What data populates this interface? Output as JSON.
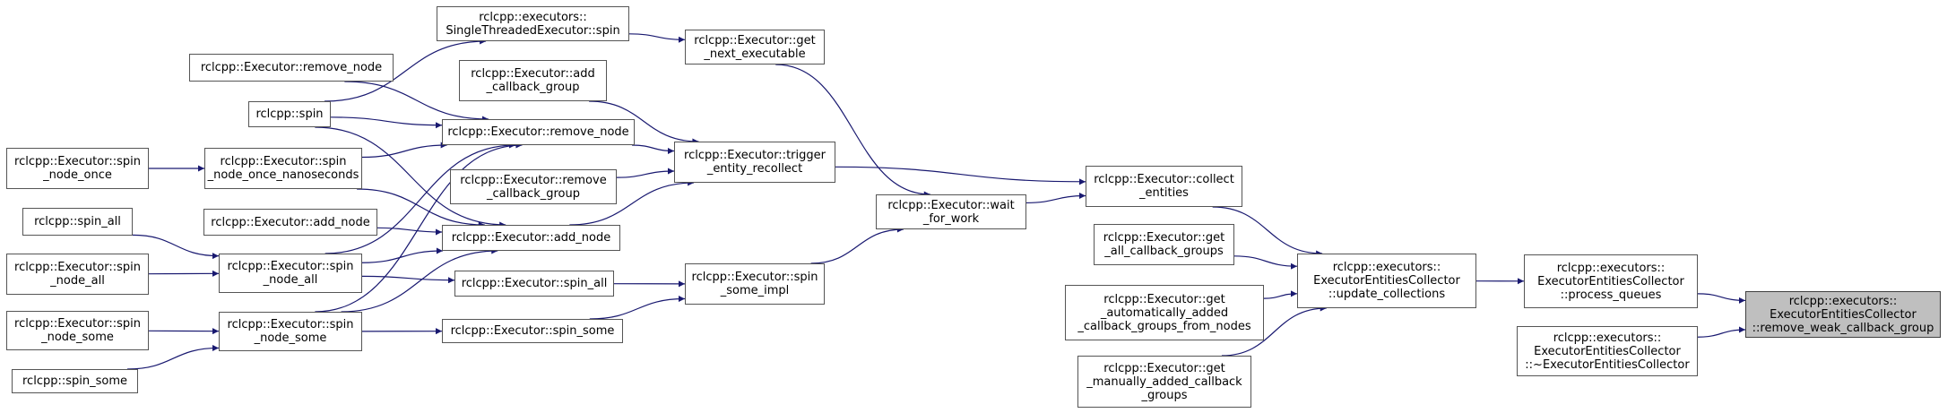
{
  "diagram": {
    "colors": {
      "edge": "#191970",
      "node_border": "#555555",
      "focus_fill": "#bfbfbf"
    },
    "nodes": {
      "single_spin": {
        "lines": [
          "rclcpp::executors::",
          "SingleThreadedExecutor::spin"
        ]
      },
      "get_next_executable": {
        "lines": [
          "rclcpp::Executor::get",
          "_next_executable"
        ]
      },
      "remove_node_ext": {
        "lines": [
          "rclcpp::Executor::remove_node"
        ]
      },
      "add_cb_group": {
        "lines": [
          "rclcpp::Executor::add",
          "_callback_group"
        ]
      },
      "spin": {
        "lines": [
          "rclcpp::spin"
        ]
      },
      "remove_node": {
        "lines": [
          "rclcpp::Executor::remove_node"
        ]
      },
      "spin_node_once": {
        "lines": [
          "rclcpp::Executor::spin",
          "_node_once"
        ]
      },
      "spin_node_once_ns": {
        "lines": [
          "rclcpp::Executor::spin",
          "_node_once_nanoseconds"
        ]
      },
      "trigger_recollect": {
        "lines": [
          "rclcpp::Executor::trigger",
          "_entity_recollect"
        ]
      },
      "remove_cb_group": {
        "lines": [
          "rclcpp::Executor::remove",
          "_callback_group"
        ]
      },
      "collect_entities": {
        "lines": [
          "rclcpp::Executor::collect",
          "_entities"
        ]
      },
      "wait_for_work": {
        "lines": [
          "rclcpp::Executor::wait",
          "_for_work"
        ]
      },
      "add_node_ext": {
        "lines": [
          "rclcpp::Executor::add_node"
        ]
      },
      "add_node": {
        "lines": [
          "rclcpp::Executor::add_node"
        ]
      },
      "spin_all_free": {
        "lines": [
          "rclcpp::spin_all"
        ]
      },
      "get_all_cb_groups": {
        "lines": [
          "rclcpp::Executor::get",
          "_all_callback_groups"
        ]
      },
      "spin_node_all_outer": {
        "lines": [
          "rclcpp::Executor::spin",
          "_node_all"
        ]
      },
      "spin_node_all": {
        "lines": [
          "rclcpp::Executor::spin",
          "_node_all"
        ]
      },
      "spin_all": {
        "lines": [
          "rclcpp::Executor::spin_all"
        ]
      },
      "spin_some_impl": {
        "lines": [
          "rclcpp::Executor::spin",
          "_some_impl"
        ]
      },
      "update_collections": {
        "lines": [
          "rclcpp::executors::",
          "ExecutorEntitiesCollector",
          "::update_collections"
        ]
      },
      "process_queues": {
        "lines": [
          "rclcpp::executors::",
          "ExecutorEntitiesCollector",
          "::process_queues"
        ]
      },
      "get_auto_added": {
        "lines": [
          "rclcpp::Executor::get",
          "_automatically_added",
          "_callback_groups_from_nodes"
        ]
      },
      "remove_weak": {
        "lines": [
          "rclcpp::executors::",
          "ExecutorEntitiesCollector",
          "::remove_weak_callback_group"
        ]
      },
      "spin_node_some_outer": {
        "lines": [
          "rclcpp::Executor::spin",
          "_node_some"
        ]
      },
      "spin_node_some": {
        "lines": [
          "rclcpp::Executor::spin",
          "_node_some"
        ]
      },
      "spin_some": {
        "lines": [
          "rclcpp::Executor::spin_some"
        ]
      },
      "destructor": {
        "lines": [
          "rclcpp::executors::",
          "ExecutorEntitiesCollector",
          "::~ExecutorEntitiesCollector"
        ]
      },
      "spin_some_free": {
        "lines": [
          "rclcpp::spin_some"
        ]
      },
      "get_manual_added": {
        "lines": [
          "rclcpp::Executor::get",
          "_manually_added_callback",
          "_groups"
        ]
      }
    },
    "focus_node": "remove_weak",
    "edges": [
      [
        "single_spin",
        "get_next_executable"
      ],
      [
        "get_next_executable",
        "wait_for_work"
      ],
      [
        "spin",
        "single_spin"
      ],
      [
        "spin",
        "remove_node"
      ],
      [
        "spin",
        "add_node"
      ],
      [
        "remove_node_ext",
        "remove_node"
      ],
      [
        "spin_node_once",
        "spin_node_once_ns"
      ],
      [
        "spin_node_once_ns",
        "remove_node"
      ],
      [
        "spin_node_once_ns",
        "add_node"
      ],
      [
        "spin_node_all_outer",
        "spin_node_all"
      ],
      [
        "spin_node_all",
        "remove_node"
      ],
      [
        "spin_node_all",
        "add_node"
      ],
      [
        "spin_node_all",
        "spin_all"
      ],
      [
        "spin_all_free",
        "spin_node_all"
      ],
      [
        "spin_node_some_outer",
        "spin_node_some"
      ],
      [
        "spin_some_free",
        "spin_node_some"
      ],
      [
        "spin_node_some",
        "remove_node"
      ],
      [
        "spin_node_some",
        "add_node"
      ],
      [
        "spin_node_some",
        "spin_some"
      ],
      [
        "add_node_ext",
        "add_node"
      ],
      [
        "add_cb_group",
        "trigger_recollect"
      ],
      [
        "remove_node",
        "trigger_recollect"
      ],
      [
        "remove_cb_group",
        "trigger_recollect"
      ],
      [
        "add_node",
        "trigger_recollect"
      ],
      [
        "trigger_recollect",
        "collect_entities"
      ],
      [
        "spin_all",
        "spin_some_impl"
      ],
      [
        "spin_some",
        "spin_some_impl"
      ],
      [
        "spin_some_impl",
        "wait_for_work"
      ],
      [
        "wait_for_work",
        "collect_entities"
      ],
      [
        "collect_entities",
        "update_collections"
      ],
      [
        "get_all_cb_groups",
        "update_collections"
      ],
      [
        "get_auto_added",
        "update_collections"
      ],
      [
        "get_manual_added",
        "update_collections"
      ],
      [
        "update_collections",
        "process_queues"
      ],
      [
        "process_queues",
        "remove_weak"
      ],
      [
        "destructor",
        "remove_weak"
      ]
    ]
  }
}
